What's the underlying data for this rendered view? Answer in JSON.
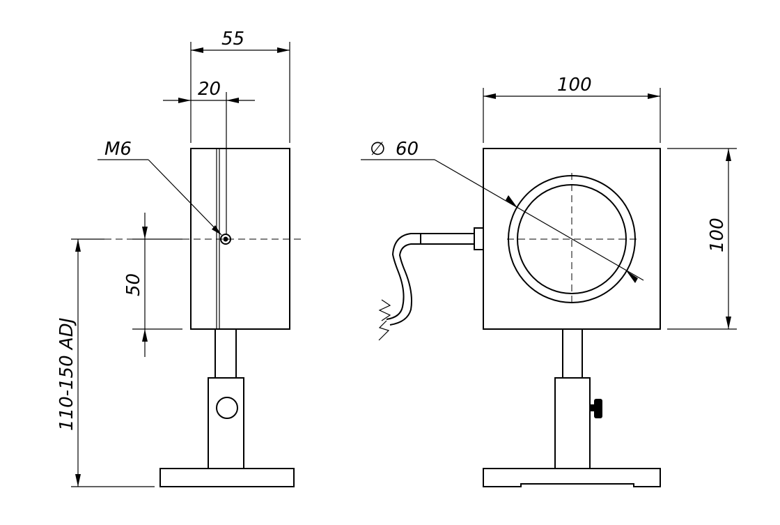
{
  "left_view": {
    "width_dim": "55",
    "offset_dim": "20",
    "thread_label": "M6",
    "height_dim": "50",
    "adjust_dim": "110-150 ADJ"
  },
  "right_view": {
    "width_dim": "100",
    "aperture_dim": "60",
    "diameter_symbol": "∅",
    "height_dim": "100"
  }
}
